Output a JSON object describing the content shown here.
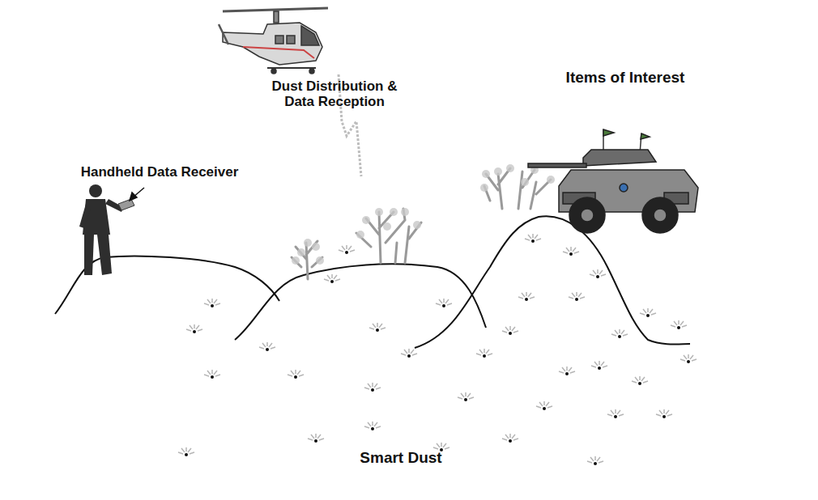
{
  "diagram": {
    "labels": [
      "Dust Distribution & Data Reception",
      "Handheld Data Receiver",
      "Items of Interest",
      "Smart Dust"
    ]
  }
}
